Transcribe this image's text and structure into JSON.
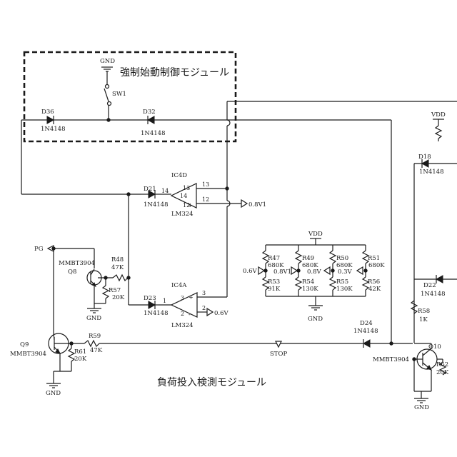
{
  "modules": {
    "forced_start": "強制始動制御モジュール",
    "load_detect": "負荷投入検測モジュール"
  },
  "nets": {
    "gnd": "GND",
    "vdd": "VDD",
    "pg": "PG",
    "stop": "STOP",
    "v08v1": "0.8V1",
    "v06": "0.6V",
    "v08v1_div": "0.8V1",
    "v08": "0.8V",
    "v03": "0.3V"
  },
  "switch": {
    "name": "SW1"
  },
  "diodes": {
    "d36": {
      "ref": "D36",
      "part": "1N4148"
    },
    "d32": {
      "ref": "D32",
      "part": "1N4148"
    },
    "d21": {
      "ref": "D21",
      "part": "1N4148"
    },
    "d23": {
      "ref": "D23",
      "part": "1N4148"
    },
    "d24": {
      "ref": "D24",
      "part": "1N4148"
    },
    "d18": {
      "ref": "D18",
      "part": "1N4148"
    },
    "d22": {
      "ref": "D22",
      "part": "1N4148"
    }
  },
  "opamps": {
    "ic4d": {
      "ref": "IC4D",
      "part": "LM324",
      "pin_out": "14",
      "pin_neg": "13",
      "pin_pos": "12",
      "pin_a": "13",
      "pin_b": "12",
      "pin_c": "14"
    },
    "ic4a": {
      "ref": "IC4A",
      "part": "LM324",
      "pin_out": "1",
      "pin_pos": "3",
      "pin_neg": "2",
      "pin_a": "3",
      "pin_b": "2",
      "pin_c": "1"
    }
  },
  "transistors": {
    "q8": {
      "ref": "Q8",
      "part": "MMBT3904"
    },
    "q9": {
      "ref": "Q9",
      "part": "MMBT3904"
    },
    "q10": {
      "ref": "Q10",
      "part": "MMBT3904"
    }
  },
  "resistors": {
    "r48": {
      "ref": "R48",
      "value": "47K"
    },
    "r57": {
      "ref": "R57",
      "value": "20K"
    },
    "r59": {
      "ref": "R59",
      "value": "47K"
    },
    "r61": {
      "ref": "R61",
      "value": "20K"
    },
    "r47": {
      "ref": "R47",
      "value": "680K"
    },
    "r53": {
      "ref": "R53",
      "value": "91K"
    },
    "r49": {
      "ref": "R49",
      "value": "680K"
    },
    "r54": {
      "ref": "R54",
      "value": "130K"
    },
    "r50": {
      "ref": "R50",
      "value": "680K"
    },
    "r55": {
      "ref": "R55",
      "value": "130K"
    },
    "r51": {
      "ref": "R51",
      "value": "680K"
    },
    "r56": {
      "ref": "R56",
      "value": "42K"
    },
    "r58": {
      "ref": "R58",
      "value": "1K"
    },
    "r62": {
      "ref": "R62",
      "value": "20K"
    }
  }
}
